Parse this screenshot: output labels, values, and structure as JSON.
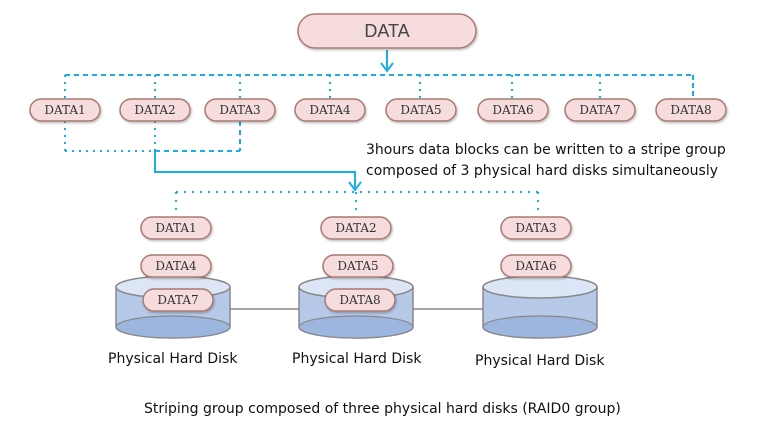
{
  "root": {
    "label": "DATA"
  },
  "data_blocks": [
    "DATA1",
    "DATA2",
    "DATA3",
    "DATA4",
    "DATA5",
    "DATA6",
    "DATA7",
    "DATA8"
  ],
  "note": {
    "line1": "3hours data blocks can be written to a stripe group",
    "line2": "composed of 3 physical hard disks simultaneously"
  },
  "disks": [
    {
      "label": "Physical Hard Disk",
      "blocks": [
        "DATA1",
        "DATA4",
        "DATA7"
      ]
    },
    {
      "label": "Physical Hard Disk",
      "blocks": [
        "DATA2",
        "DATA5",
        "DATA8"
      ]
    },
    {
      "label": "Physical Hard Disk",
      "blocks": [
        "DATA3",
        "DATA6"
      ]
    }
  ],
  "caption": "Striping group composed of three physical hard disks (RAID0 group)",
  "colors": {
    "connector": "#1aaee6",
    "pill_fill": "#f6dcdc",
    "pill_stroke": "#a97a72",
    "disk_body": "#b6c9e8",
    "disk_top": "#dce6f6",
    "disk_bottom": "#9db6e0",
    "disk_stroke": "#888888"
  }
}
